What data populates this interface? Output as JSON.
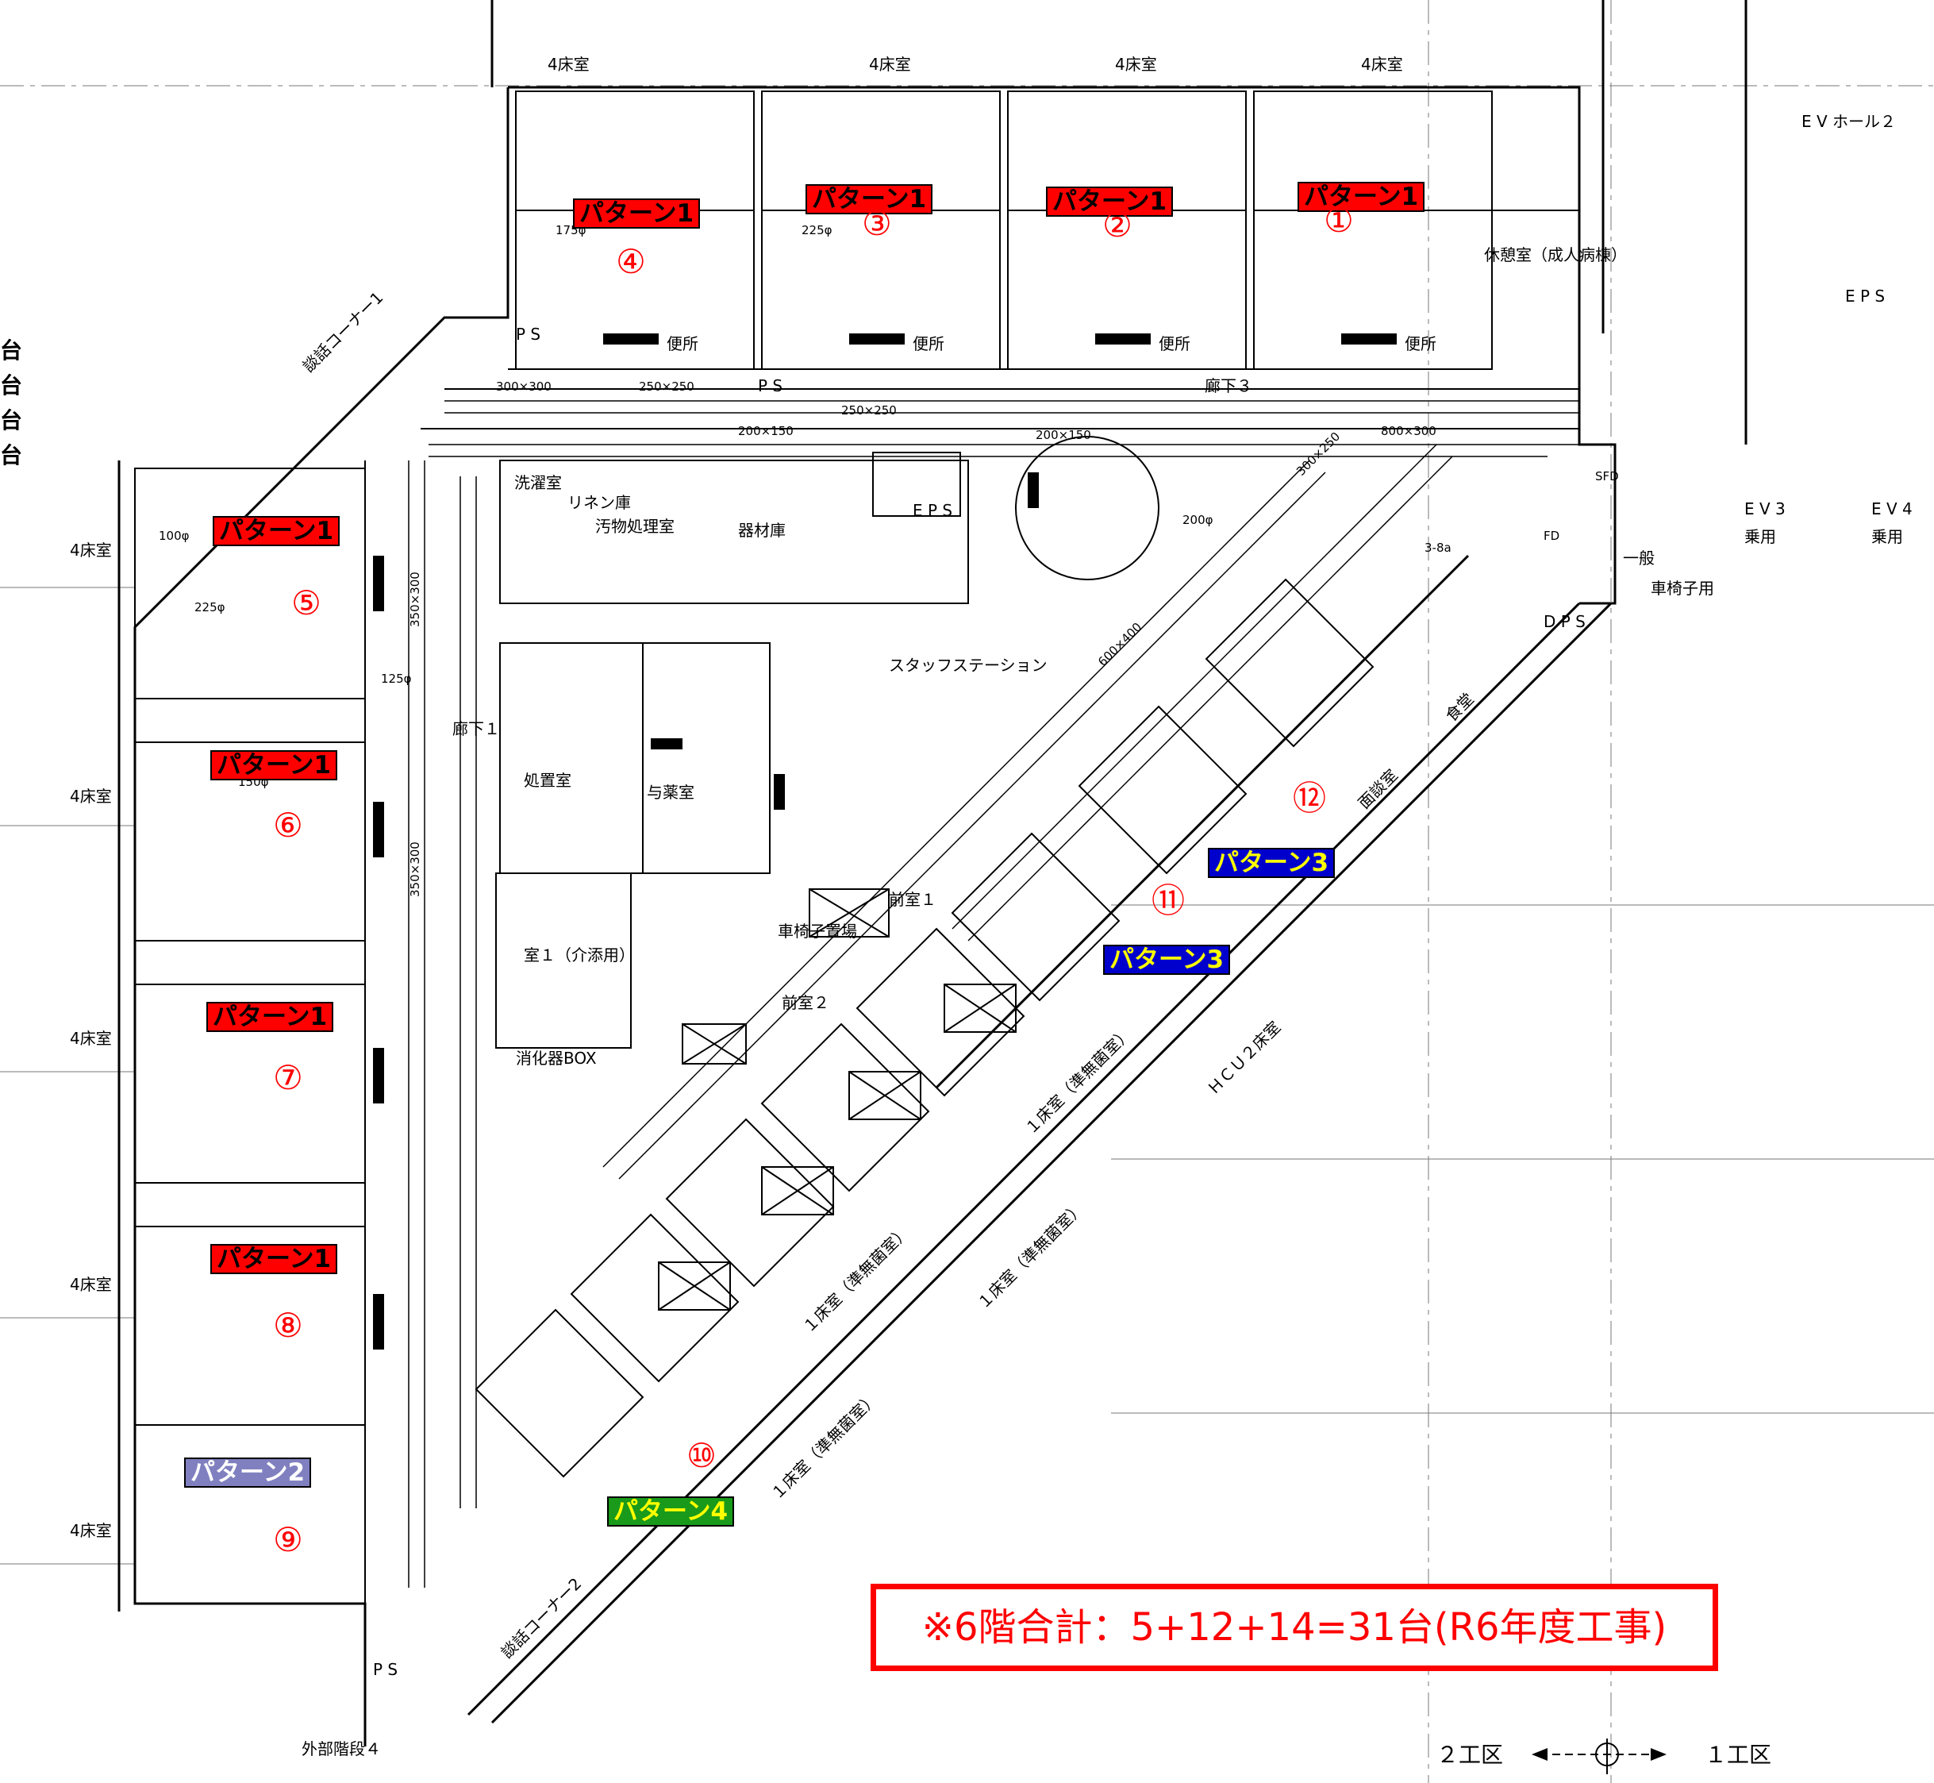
{
  "top_rooms": [
    "4床室",
    "4床室",
    "4床室",
    "4床室"
  ],
  "left_rooms": [
    "4床室",
    "4床室",
    "4床室",
    "4床室",
    "4床室"
  ],
  "pattern_labels_top": [
    "パターン1",
    "パターン1",
    "パターン1",
    "パターン1"
  ],
  "pattern_labels_left": [
    "パターン1",
    "パターン1",
    "パターン1",
    "パターン1"
  ],
  "pattern2": "パターン2",
  "pattern3": [
    "パターン3",
    "パターン3"
  ],
  "pattern4": "パターン4",
  "unit_numbers": [
    "①",
    "②",
    "③",
    "④",
    "⑤",
    "⑥",
    "⑦",
    "⑧",
    "⑨",
    "⑩",
    "⑪",
    "⑫"
  ],
  "side_chars": [
    "台",
    "台",
    "台",
    "台"
  ],
  "room_names": {
    "danwa1": "談話コーナー1",
    "danwa2": "談話コーナー2",
    "toilet": "便所",
    "ps": "P S",
    "eps": "E P S",
    "kyukei": "休憩室（成人病棟）",
    "ev_hall": "E V ホール２",
    "ev3": "E V 3",
    "ev4": "E V 4",
    "joyo": "乗用",
    "corridor1": "廊下１",
    "corridor3": "廊下３",
    "linen": "リネン庫",
    "senzai": "洗濯室",
    "obutsu": "汚物処理室",
    "kizai": "器材庫",
    "staff": "スタッフステーション",
    "shochi": "処置室",
    "yakuzai": "与薬室",
    "kaigo": "室１（介添用）",
    "zenshitsu1": "前室１",
    "zenshitsu2": "前室２",
    "shokudo": "食堂",
    "mendan": "面談室",
    "hcu": "ＨＣＵ２床室",
    "one_bed": "１床室（準無菌室）",
    "gaibu": "外部階段４",
    "ippan": "一般",
    "kurumaisu": "車椅子用",
    "kurumaisu_okiba": "車椅子置場",
    "shokaki": "消化器BOX",
    "dps": "D P S"
  },
  "summary": "※6階合計：5+12+14=31台(R6年度工事)",
  "zone_legend": {
    "left": "２工区",
    "right": "１工区"
  },
  "dims": [
    "300×300",
    "250×250",
    "250×250",
    "200×150",
    "200×150",
    "800×300",
    "350×300",
    "350×300",
    "300×250",
    "600×400",
    "175φ",
    "225φ",
    "100φ",
    "150φ",
    "125φ",
    "200φ",
    "3-8a",
    "FD",
    "SFD"
  ],
  "colors": {
    "pattern1": "#ff0000",
    "pattern2": "#8080c0",
    "pattern3": "#0000cc",
    "pattern4": "#1a9a1a",
    "summary": "#ff0000"
  }
}
